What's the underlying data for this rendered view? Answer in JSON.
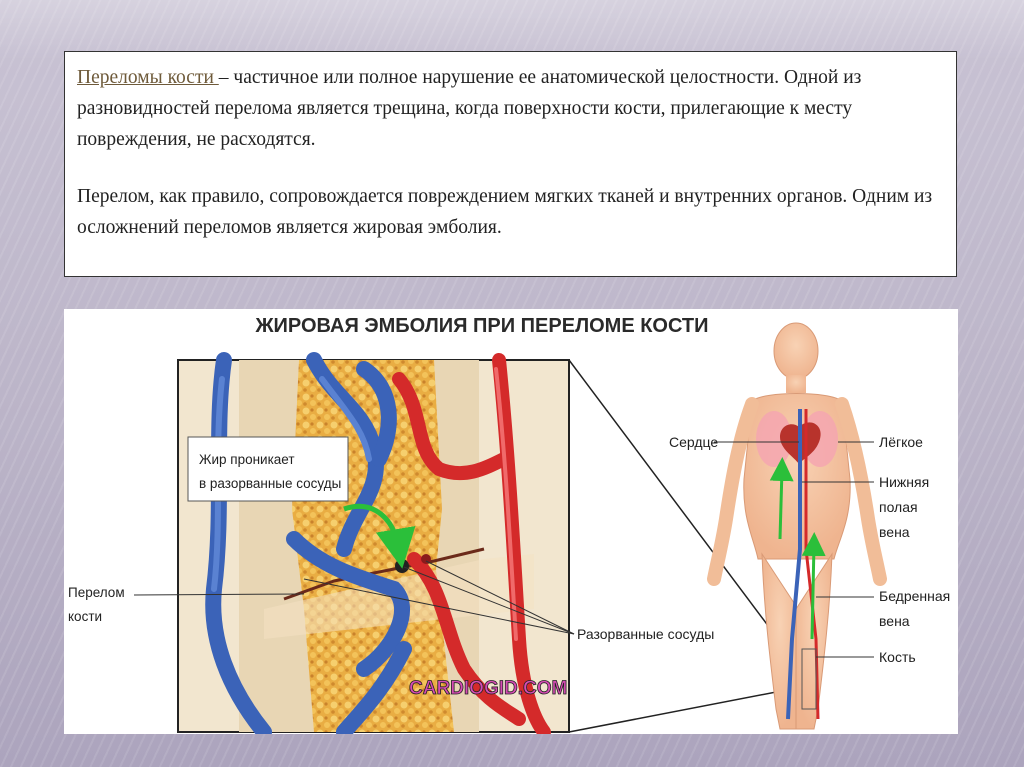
{
  "slide": {
    "paragraph1": {
      "term": "Переломы кости ",
      "text": "– частичное или полное нарушение ее анатомической целостности. Одной из разновидностей перелома является трещина, когда поверхности кости, прилегающие к месту повреждения, не расходятся."
    },
    "paragraph2": "Перелом, как правило, сопровождается повреждением мягких тканей и внутренних органов. Одним из осложнений переломов является жировая эмболия."
  },
  "figure": {
    "title": "ЖИРОВАЯ ЭМБОЛИЯ ПРИ ПЕРЕЛОМЕ КОСТИ",
    "callout_line1": "Жир проникает",
    "callout_line2": "в разорванные сосуды",
    "fracture_line1": "Перелом",
    "fracture_line2": "кости",
    "torn_vessels": "Разорванные сосуды",
    "heart": "Сердце",
    "lung": "Лёгкое",
    "ivc_line1": "Нижняя",
    "ivc_line2": "полая",
    "ivc_line3": "вена",
    "femoral_line1": "Бедренная",
    "femoral_line2": "вена",
    "bone": "Кость",
    "watermark": "CARDIOGID.COM"
  },
  "colors": {
    "vein": "#3b63b8",
    "artery": "#d42a2a",
    "fat": "#e7a93c",
    "skin": "#f4c2a0",
    "arrow_green": "#2bbf3a"
  }
}
